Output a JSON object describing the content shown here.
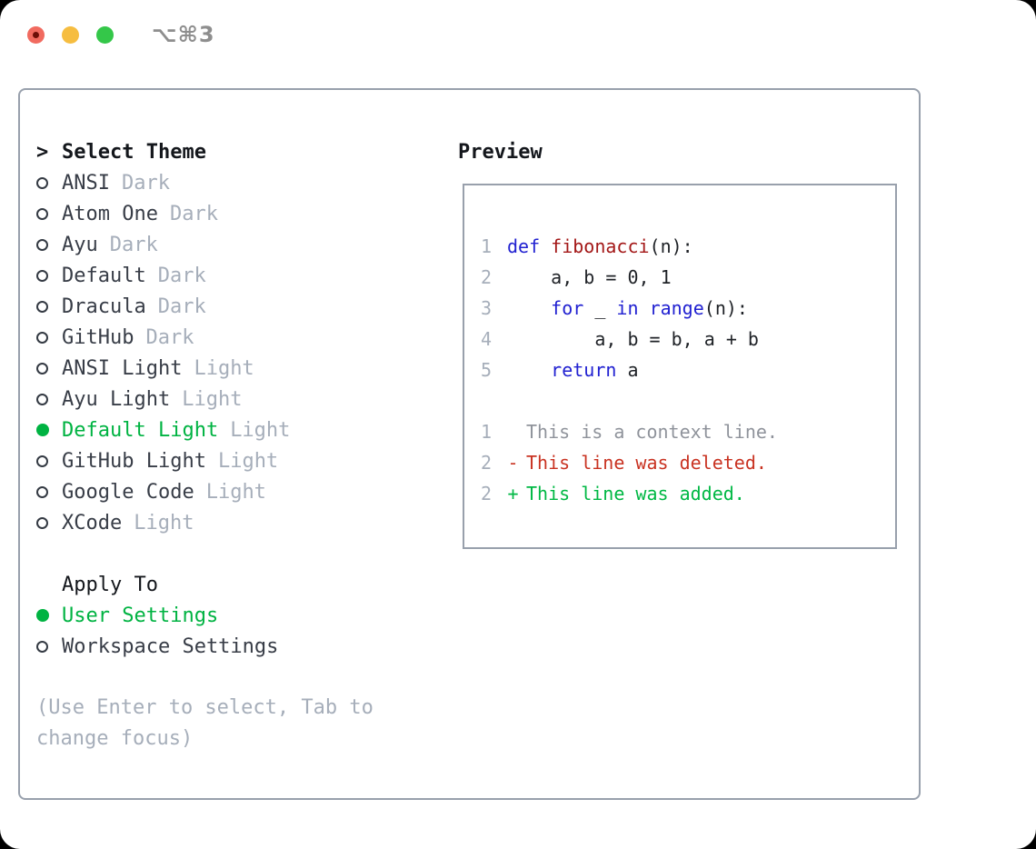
{
  "titlebar": {
    "shortcut_label": "⌥⌘3"
  },
  "theme_panel": {
    "header": {
      "marker": ">",
      "label": "Select Theme"
    },
    "themes": [
      {
        "name": "ANSI",
        "variant": "Dark",
        "selected": false
      },
      {
        "name": "Atom One",
        "variant": "Dark",
        "selected": false
      },
      {
        "name": "Ayu",
        "variant": "Dark",
        "selected": false
      },
      {
        "name": "Default",
        "variant": "Dark",
        "selected": false
      },
      {
        "name": "Dracula",
        "variant": "Dark",
        "selected": false
      },
      {
        "name": "GitHub",
        "variant": "Dark",
        "selected": false
      },
      {
        "name": "ANSI Light",
        "variant": "Light",
        "selected": false
      },
      {
        "name": "Ayu Light",
        "variant": "Light",
        "selected": false
      },
      {
        "name": "Default Light",
        "variant": "Light",
        "selected": true
      },
      {
        "name": "GitHub Light",
        "variant": "Light",
        "selected": false
      },
      {
        "name": "Google Code",
        "variant": "Light",
        "selected": false
      },
      {
        "name": "XCode",
        "variant": "Light",
        "selected": false
      }
    ],
    "apply_to": {
      "label": "Apply To",
      "options": [
        {
          "name": "User Settings",
          "selected": true
        },
        {
          "name": "Workspace Settings",
          "selected": false
        }
      ]
    },
    "hint": "(Use Enter to select, Tab to change focus)"
  },
  "preview": {
    "title": "Preview",
    "code_lines": [
      {
        "num": "1",
        "tokens": [
          {
            "t": "def ",
            "c": "kw"
          },
          {
            "t": "fibonacci",
            "c": "fn"
          },
          {
            "t": "(n):",
            "c": "pl"
          }
        ]
      },
      {
        "num": "2",
        "tokens": [
          {
            "t": "    a, b = 0, 1",
            "c": "pl"
          }
        ]
      },
      {
        "num": "3",
        "tokens": [
          {
            "t": "    ",
            "c": "pl"
          },
          {
            "t": "for",
            "c": "kw"
          },
          {
            "t": " _ ",
            "c": "pl"
          },
          {
            "t": "in",
            "c": "kw"
          },
          {
            "t": " ",
            "c": "pl"
          },
          {
            "t": "range",
            "c": "kw"
          },
          {
            "t": "(n):",
            "c": "pl"
          }
        ]
      },
      {
        "num": "4",
        "tokens": [
          {
            "t": "        a, b = b, a + b",
            "c": "pl"
          }
        ]
      },
      {
        "num": "5",
        "tokens": [
          {
            "t": "    ",
            "c": "pl"
          },
          {
            "t": "return",
            "c": "kw"
          },
          {
            "t": " a",
            "c": "pl"
          }
        ]
      }
    ],
    "diff_lines": [
      {
        "num": "1",
        "marker": "",
        "text": "This is a context line.",
        "kind": "context"
      },
      {
        "num": "2",
        "marker": "-",
        "text": "This line was deleted.",
        "kind": "deleted"
      },
      {
        "num": "2",
        "marker": "+",
        "text": "This line was added.",
        "kind": "added"
      }
    ]
  },
  "colors": {
    "accent-green": "#00b342",
    "deleted-red": "#c93322",
    "added-green": "#00b844",
    "keyword-blue": "#2121d1",
    "function-red": "#a31717",
    "muted-gray": "#a6aeba",
    "dark-text": "#383d47",
    "context-gray": "#8f939b",
    "panel-border": "#98a0ac",
    "close-red": "#f16a5f",
    "minimize-yellow": "#f6bd40",
    "maximize-green": "#34c749"
  }
}
